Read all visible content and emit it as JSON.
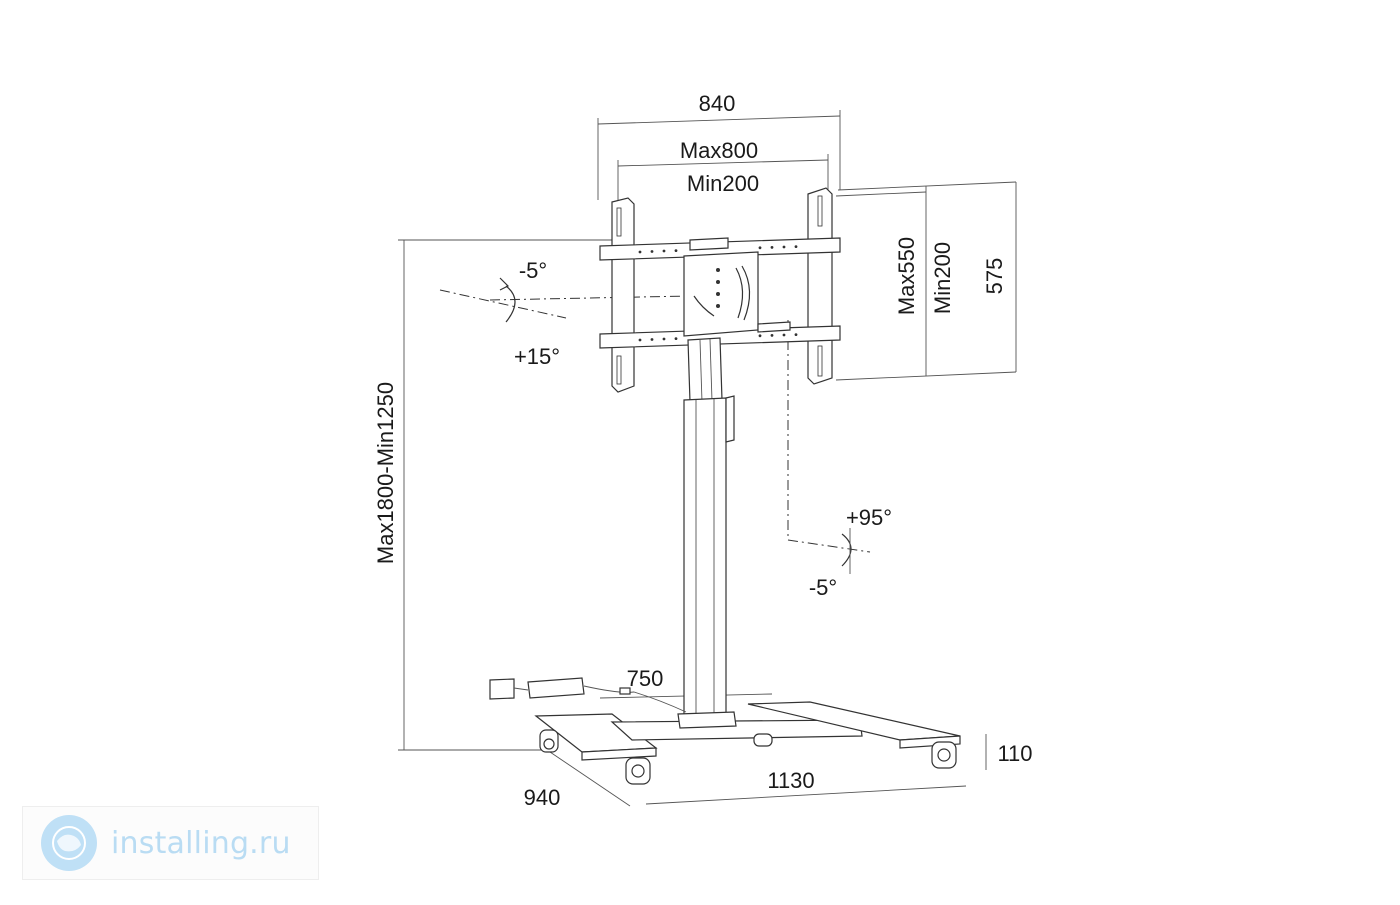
{
  "dimensions": {
    "overall_width": "840",
    "vesa_max_width": "Max800",
    "vesa_min_width": "Min200",
    "vesa_max_height": "Max550",
    "vesa_min_height": "Min200",
    "bracket_height": "575",
    "stand_height": "Max1800-Min1250",
    "tilt_up": "-5°",
    "tilt_down": "+15°",
    "rotate_plus": "+95°",
    "rotate_minus": "-5°",
    "column_depth": "750",
    "base_length": "1130",
    "base_depth": "940",
    "base_height": "110"
  },
  "watermark": {
    "text": "installing.ru"
  },
  "colors": {
    "line": "#333333",
    "watermark": "#b9dcf3"
  }
}
